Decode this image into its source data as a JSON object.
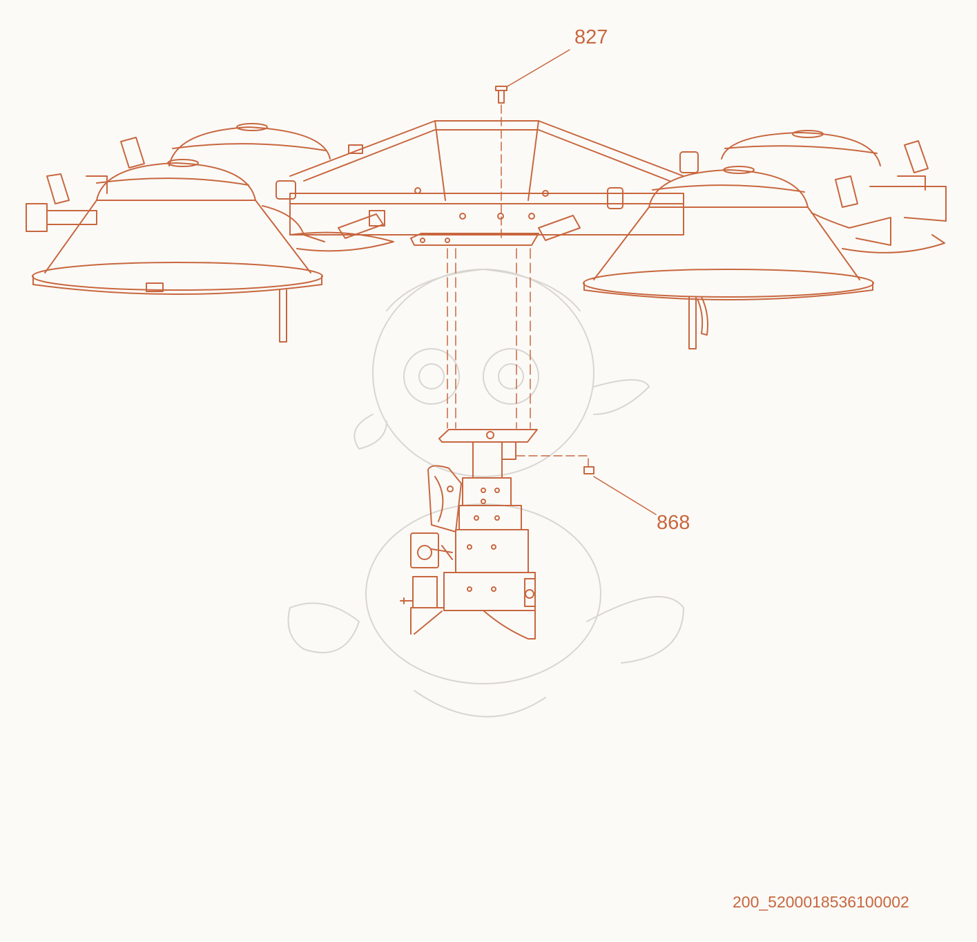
{
  "colors": {
    "line": "#c8663e",
    "background": "#fbfaf7",
    "watermark": "#d9d6d0"
  },
  "callouts": [
    {
      "id": "callout-827",
      "label": "827"
    },
    {
      "id": "callout-868",
      "label": "868"
    }
  ],
  "drawing_number": "200_5200018536100002"
}
